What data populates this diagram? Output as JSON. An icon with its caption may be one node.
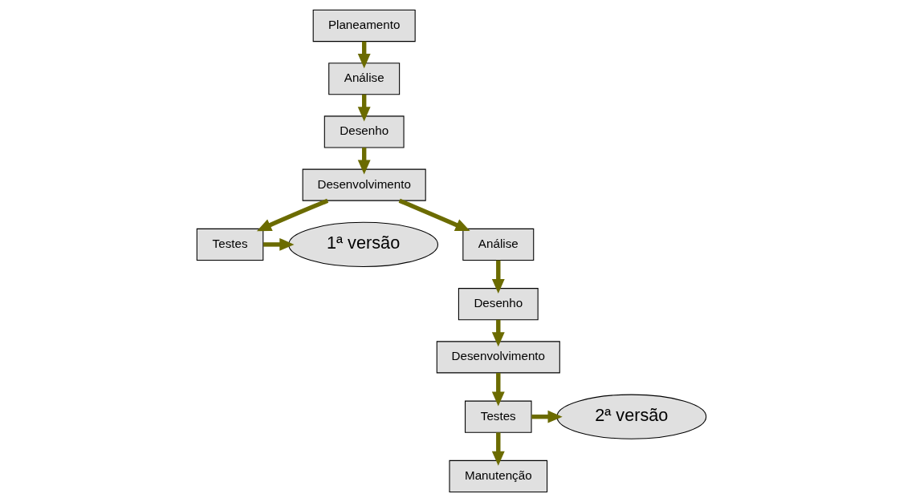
{
  "diagram": {
    "nodes": [
      {
        "text": [
          "Planeamento"
        ]
      },
      {
        "text": [
          "Análise"
        ]
      },
      {
        "text": [
          "Desenho"
        ]
      },
      {
        "text": [
          "Desenvolvimento"
        ]
      },
      {
        "text": [
          "Testes"
        ]
      },
      {
        "text": [
          "1ª versão"
        ]
      },
      {
        "text": [
          "Análise"
        ]
      },
      {
        "text": [
          "Desenho"
        ]
      },
      {
        "text": [
          "Desenvolvimento"
        ]
      },
      {
        "text": [
          "Testes"
        ]
      },
      {
        "text": [
          "2ª versão"
        ]
      },
      {
        "text": [
          "Manutenção"
        ]
      }
    ],
    "edges": [
      {
        "from": 0,
        "to": 1,
        "arrow": "to"
      },
      {
        "from": 1,
        "to": 2,
        "arrow": "to"
      },
      {
        "from": 2,
        "to": 3,
        "arrow": "to"
      },
      {
        "from": 3,
        "to": 4,
        "arrow": "to"
      },
      {
        "from": 4,
        "to": 5,
        "arrow": "to"
      },
      {
        "from": 3,
        "to": 6,
        "arrow": "to"
      },
      {
        "from": 6,
        "to": 7,
        "arrow": "to"
      },
      {
        "from": 7,
        "to": 8,
        "arrow": "to"
      },
      {
        "from": 8,
        "to": 9,
        "arrow": "to"
      },
      {
        "from": 9,
        "to": 10,
        "arrow": "to"
      },
      {
        "from": 9,
        "to": 11,
        "arrow": "to"
      }
    ]
  }
}
